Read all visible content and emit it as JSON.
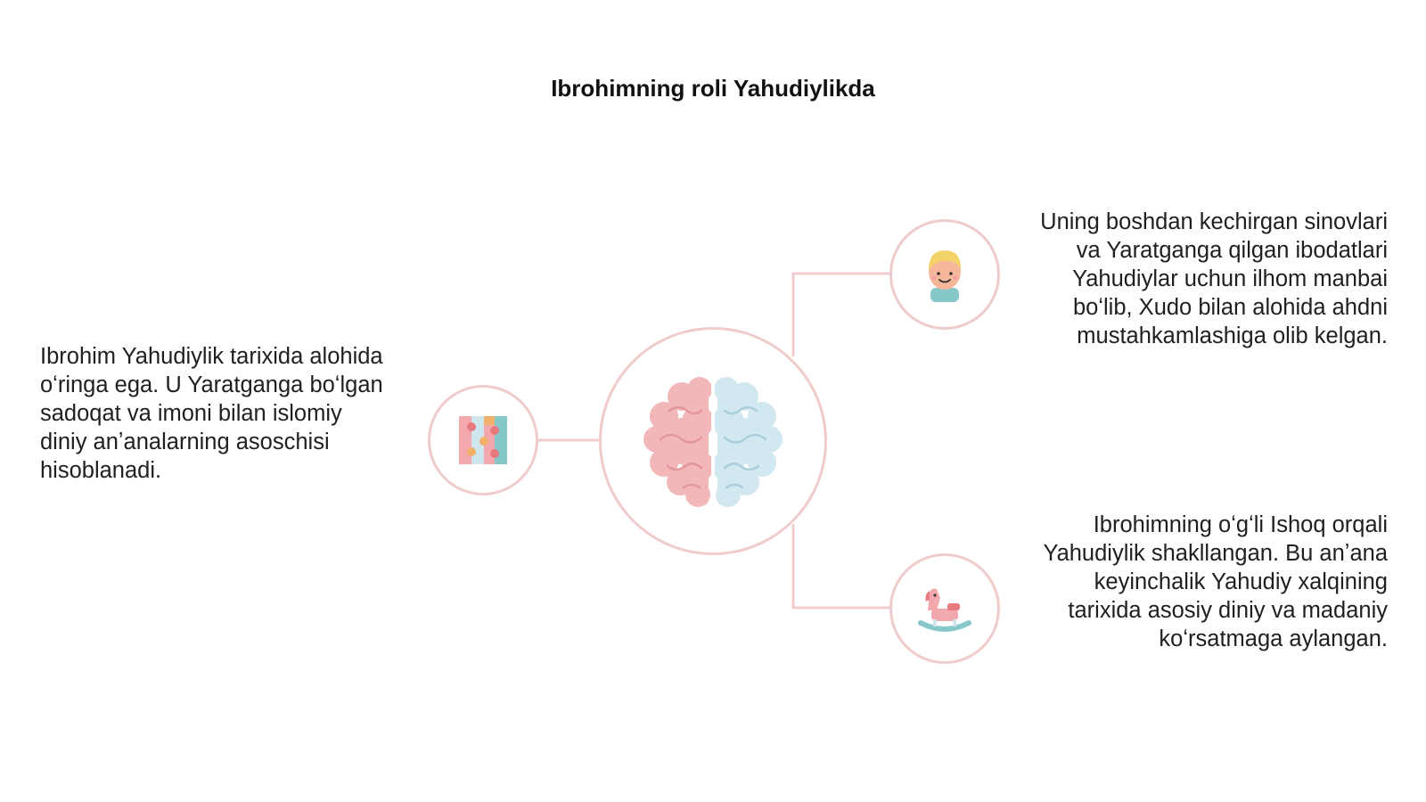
{
  "slide": {
    "title": "Ibrohimning roli Yahudiylikda"
  },
  "diagram": {
    "center": {
      "icon": "brain-icon"
    },
    "nodes": [
      {
        "position": "left",
        "icon": "puzzle-icon",
        "text": "Ibrohim Yahudiylik tarixida alohida oʻringa ega. U Yaratganga boʻlgan sadoqat va imoni bilan islomiy diniy anʼanalarning asoschisi hisoblanadi."
      },
      {
        "position": "top-right",
        "icon": "child-face-icon",
        "text": "Uning boshdan kechirgan sinovlari va Yaratganga qilgan ibodatlari Yahudiylar uchun ilhom manbai boʻlib, Xudo bilan alohida ahdni mustahkamlashiga olib kelgan."
      },
      {
        "position": "bottom-right",
        "icon": "rocking-horse-icon",
        "text": "Ibrohimning oʻgʻli Ishoq orqali Yahudiylik shakllangan. Bu anʼana keyinchalik Yahudiy xalqining tarixida asosiy diniy va madaniy koʻrsatmaga aylangan."
      }
    ],
    "colors": {
      "connector": "#f0cbcb",
      "pink": "#f2a8ad",
      "light_blue": "#cfe6ef",
      "teal": "#86c7c9",
      "yellow": "#f4d36b"
    }
  }
}
